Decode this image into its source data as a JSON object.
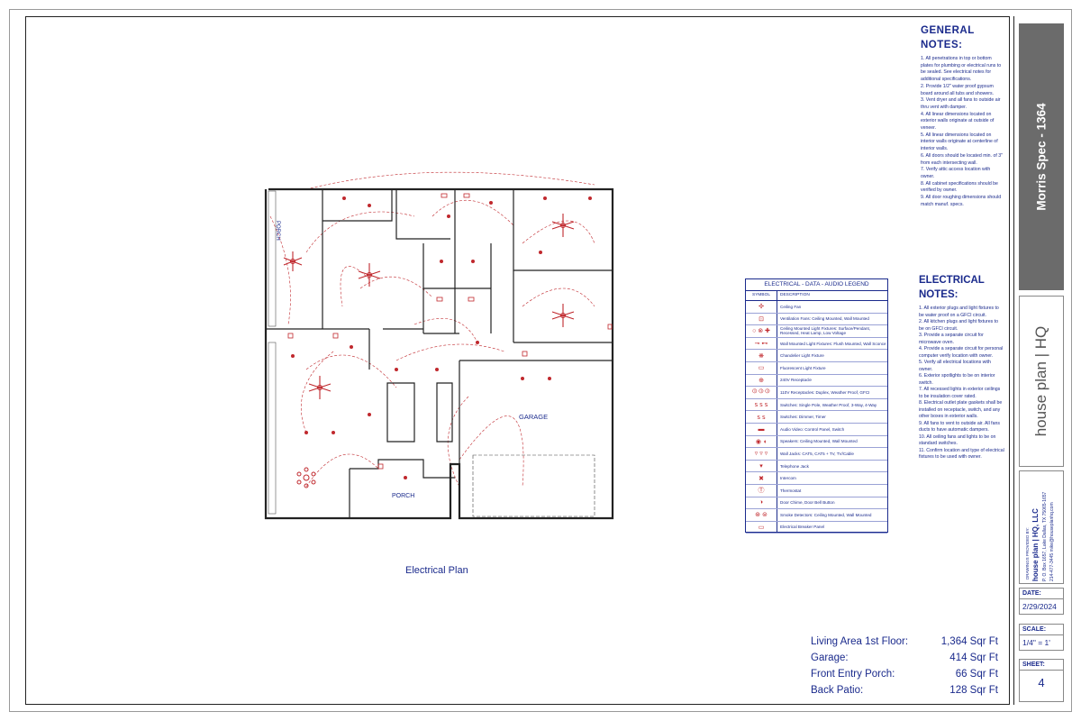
{
  "plan": {
    "title": "Electrical Plan",
    "room_labels": {
      "porch_top": "PORCH",
      "porch_bottom": "PORCH",
      "garage": "GARAGE"
    }
  },
  "general_notes": {
    "heading_line1": "GENERAL",
    "heading_line2": "NOTES:",
    "items": [
      "1. All penetrations in top or bottom plates for plumbing or electrical runs to be sealed. See electrical notes for additional specifications.",
      "2. Provide 1/2\" water proof gypsum board around all tubs and showers.",
      "3. Vent dryer and all fans to outside air thru vent with damper.",
      "4. All linear dimensions located on exterior walls originate at outside of veneer.",
      "5. All linear dimensions located on interior walls originate at centerline of interior walls.",
      "6. All doors should be located min. of 3\" from each intersecting wall.",
      "7. Verify attic access location with owner.",
      "8. All cabinet specifications should be verified by owner.",
      "9. All door roughing dimensions should match manuf. specs."
    ]
  },
  "electrical_notes": {
    "heading_line1": "ELECTRICAL",
    "heading_line2": "NOTES:",
    "items": [
      "1. All exterior plugs and light fixtures to be water proof on a GFCI circuit.",
      "2. All kitchen plugs and light fixtures to be on GFCI circuit.",
      "3. Provide a separate circuit for microwave oven.",
      "4. Provide a separate circuit for personal computer verify location with owner.",
      "5. Verify all electrical locations with owner.",
      "6. Exterior spotlights to be on interior switch.",
      "7. All recessed lights in exterior ceilings to be insulation cover rated.",
      "8. Electrical outlet plate gaskets shall be installed on receptacle, switch, and any other boxes in exterior walls.",
      "9. All fans to vent to outside air. All fans ducts to have automatic dampers.",
      "10. All ceiling fans and lights to be on standard switches.",
      "11. Confirm location and type of electrical fixtures to be used with owner."
    ]
  },
  "legend": {
    "title": "ELECTRICAL - DATA - AUDIO LEGEND",
    "col_symbol": "SYMBOL",
    "col_description": "DESCRIPTION",
    "rows": [
      {
        "icon": "ceiling-fan-icon",
        "glyph": "✣",
        "description": "Ceiling Fan"
      },
      {
        "icon": "ventilation-fan-icon",
        "glyph": "⊡",
        "description": "Ventilation Fans: Ceiling Mounted, Wall Mounted"
      },
      {
        "icon": "ceiling-light-icon",
        "glyph": "○ ⊗ ✚",
        "description": "Ceiling Mounted Light Fixtures: Surface/Pendant, Recessed, Heat Lamp, Low Voltage"
      },
      {
        "icon": "wall-light-icon",
        "glyph": "⊸ ⊷",
        "description": "Wall Mounted Light Fixtures: Flush Mounted, Wall Sconce"
      },
      {
        "icon": "chandelier-icon",
        "glyph": "❋",
        "description": "Chandelier Light Fixture"
      },
      {
        "icon": "fluorescent-light-icon",
        "glyph": "▭",
        "description": "Fluorescent Light Fixture"
      },
      {
        "icon": "240v-receptacle-icon",
        "glyph": "⊕",
        "description": "240V Receptacle"
      },
      {
        "icon": "110v-receptacle-icon",
        "glyph": "⦶ ⦶ ⦶",
        "description": "110V Receptacles: Duplex, Weather Proof, GFCI"
      },
      {
        "icon": "switch-icon",
        "glyph": "ꜱ ꜱ ꜱ",
        "description": "Switches: Single Pole, Weather Proof, 3-Way, 4-Way"
      },
      {
        "icon": "dimmer-switch-icon",
        "glyph": "ꜱ ꜱ",
        "description": "Switches: Dimmer, Timer"
      },
      {
        "icon": "av-panel-icon",
        "glyph": "▬",
        "description": "Audio Video: Control Panel, Switch"
      },
      {
        "icon": "speaker-icon",
        "glyph": "◉ ◖",
        "description": "Speakers: Ceiling Mounted, Wall Mounted"
      },
      {
        "icon": "wall-jack-icon",
        "glyph": "▿ ▿ ▿",
        "description": "Wall Jacks: CAT5, CAT5 + TV, TV/Cable"
      },
      {
        "icon": "telephone-jack-icon",
        "glyph": "▾",
        "description": "Telephone Jack"
      },
      {
        "icon": "intercom-icon",
        "glyph": "✖",
        "description": "Intercom"
      },
      {
        "icon": "thermostat-icon",
        "glyph": "Ⓣ",
        "description": "Thermostat"
      },
      {
        "icon": "door-chime-icon",
        "glyph": "◑",
        "description": "Door Chime, Door Bell Button"
      },
      {
        "icon": "smoke-detector-icon",
        "glyph": "⊛ ⊜",
        "description": "Smoke Detectors: Ceiling Mounted, Wall Mounted"
      },
      {
        "icon": "breaker-panel-icon",
        "glyph": "▭",
        "description": "Electrical Breaker Panel"
      }
    ]
  },
  "areas": [
    {
      "label": "Living Area 1st Floor:",
      "value": "1,364 Sqr Ft"
    },
    {
      "label": "Garage:",
      "value": "414 Sqr Ft"
    },
    {
      "label": "Front Entry Porch:",
      "value": "66 Sqr Ft"
    },
    {
      "label": "Back Patio:",
      "value": "128 Sqr Ft"
    }
  ],
  "title_block": {
    "project": "Morris Spec - 1364",
    "logo_text": "house plan | HQ",
    "drawings_by": "DRAWINGS PROVIDED BY:",
    "company": "house plan | HQ, LLC",
    "address": "P. O. Box 1657, Lake Dallas, TX 75065-1657",
    "contact": "214-477-3445  mike@houseplanhq.com",
    "date_label": "DATE:",
    "date": "2/29/2024",
    "scale_label": "SCALE:",
    "scale": "1/4\" = 1'",
    "sheet_label": "SHEET:",
    "sheet": "4"
  },
  "colors": {
    "ink": "#1a2a8c",
    "electrical": "#c0282d",
    "wall": "#222222",
    "title_block": "#6b6b6b"
  }
}
